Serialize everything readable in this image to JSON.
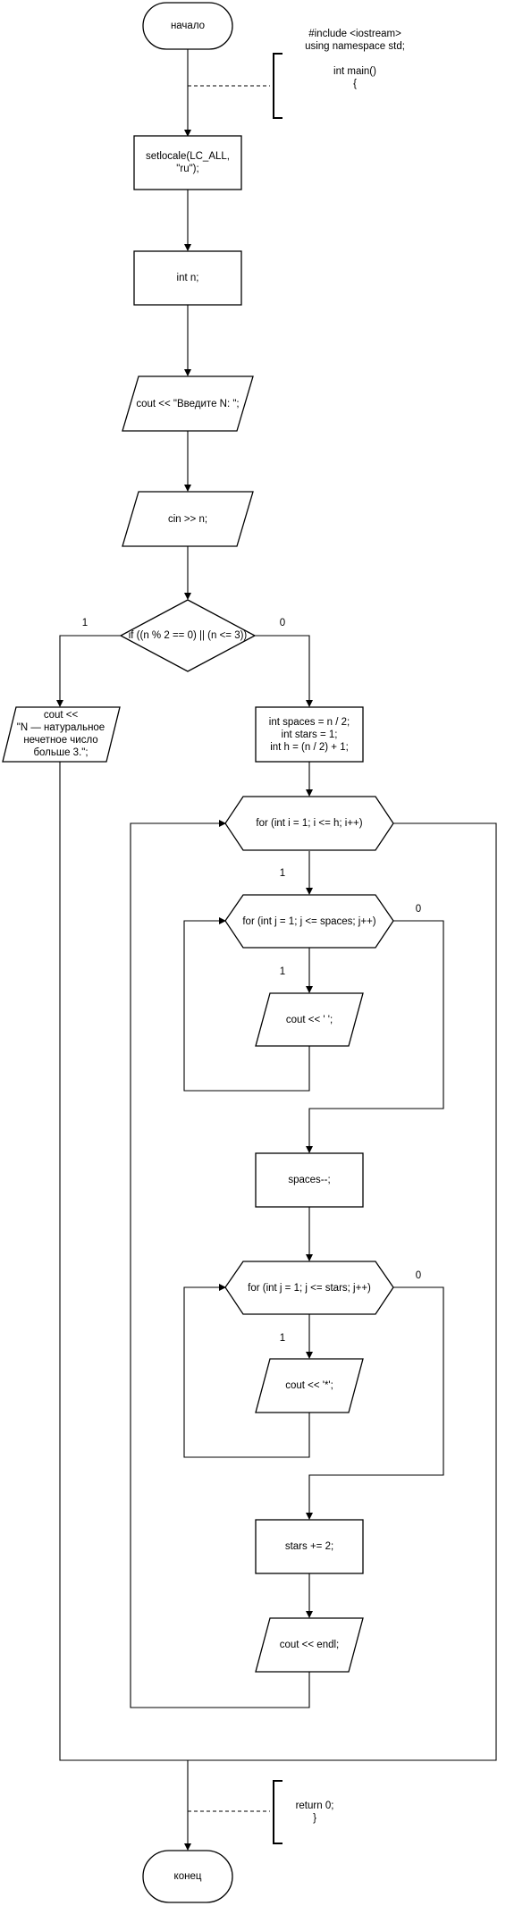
{
  "nodes": {
    "start": [
      "начало"
    ],
    "header_comment": [
      "#include <iostream>",
      "using namespace std;",
      "",
      "int main()",
      "{"
    ],
    "setlocale": [
      "setlocale(LC_ALL,",
      "\"ru\");"
    ],
    "decl_n": [
      "int n;"
    ],
    "prompt": [
      "cout << \"Введите N: \";"
    ],
    "read_n": [
      "cin >> n;"
    ],
    "cond": [
      "if ((n % 2 == 0) || (n <= 3))"
    ],
    "error_out": [
      "cout <<",
      "\"N — натуральное",
      "нечетное число",
      "больше 3.\";"
    ],
    "init": [
      "int spaces = n / 2;",
      "int stars = 1;",
      "int h = (n / 2) + 1;"
    ],
    "loop_i": [
      "for (int i = 1; i <= h; i++)"
    ],
    "loop_j1": [
      "for (int j = 1; j <= spaces; j++)"
    ],
    "print_space": [
      "cout << ' ';"
    ],
    "dec_spaces": [
      "spaces--;"
    ],
    "loop_j2": [
      "for (int j = 1; j <= stars; j++)"
    ],
    "print_star": [
      "cout << '*';"
    ],
    "inc_stars": [
      "stars += 2;"
    ],
    "print_endl": [
      "cout << endl;"
    ],
    "return_comment": [
      "return 0;",
      "}"
    ],
    "end": [
      "конец"
    ]
  },
  "edge_labels": {
    "cond_true": "1",
    "cond_false": "0",
    "loop_i_body": "1",
    "loop_j1_body": "1",
    "loop_j1_exit": "0",
    "loop_j2_body": "1",
    "loop_j2_exit": "0"
  }
}
